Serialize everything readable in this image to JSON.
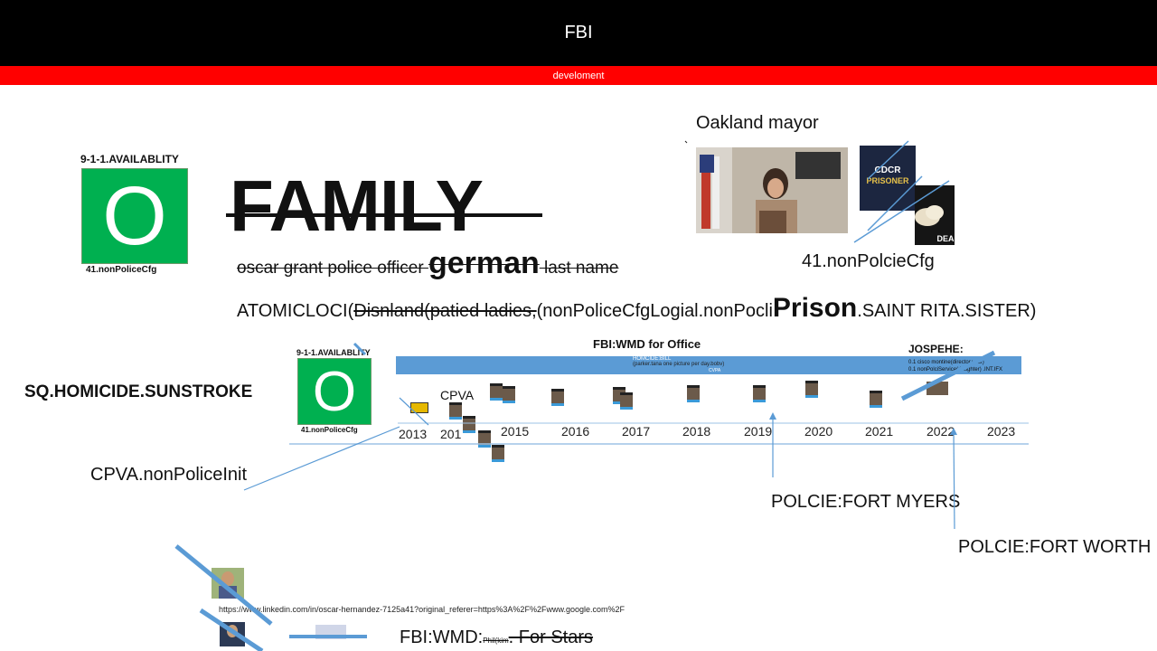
{
  "header": {
    "title": "FBI",
    "subtitle": "develoment"
  },
  "panel_top": {
    "availability": "9-1-1.AVAILABLITY",
    "big_letter": "O",
    "cfg": "41.nonPoliceCfg"
  },
  "family": "FAMILY",
  "officer_line": {
    "before": "oscar grant police officer ",
    "bold": "german",
    "after": " last name"
  },
  "atomic_line": {
    "prefix": "ATOMICLOCI(",
    "struck": "Disnland(patied ladies,",
    "middle": "(nonPoliceCfgLogial.nonPocli",
    "bold": "Prison",
    "suffix": ".SAINT RITA.SISTER)"
  },
  "mayor": {
    "title": "Oakland mayor",
    "cfg": "41.nonPolcieCfg",
    "prisoner_text": "CDCR PRISONER",
    "dea_text": "DEA"
  },
  "homicide": "SQ.HOMICIDE.SUNSTROKE",
  "panel_mid": {
    "availability": "9-1-1.AVAILABLITY",
    "big_letter": "O",
    "cfg": "41.nonPoliceCfg"
  },
  "timeline": {
    "title": "FBI:WMD for Office",
    "homicide_bill": "HOMCIDE:BILL",
    "parker_note": "(parker.tana one picture per day.bobv)",
    "bar_chip": "CVPA",
    "cpva_label": "CPVA",
    "jospehe": "JOSPEHE:",
    "jospehe_note_1": "0.1 cisco montine(director.year)",
    "jospehe_note_2": "0.1 nonPolciService(daughter) .INT.IFX",
    "years": [
      "2013",
      "201",
      "2015",
      "2016",
      "2017",
      "2018",
      "2019",
      "2020",
      "2021",
      "2022",
      "2023"
    ]
  },
  "callouts": {
    "cpva_init": "CPVA.nonPoliceInit",
    "fort_myers": "POLCIE:FORT MYERS",
    "fort_worth": "POLCIE:FORT WORTH"
  },
  "footer": {
    "linkedin": "https://www.linkedin.com/in/oscar-hernandez-7125a41?original_referer=https%3A%2F%2Fwww.google.com%2F",
    "wmd_prefix": "FBI:WMD:",
    "wmd_small": "Phil(kim",
    "wmd_struck": ". For Stars"
  },
  "colors": {
    "header_bg": "#000000",
    "subheader_bg": "#ff0000",
    "green_box": "#00b050",
    "timeline_bar": "#5b9bd5",
    "annotation_line": "#5b9bd5"
  }
}
